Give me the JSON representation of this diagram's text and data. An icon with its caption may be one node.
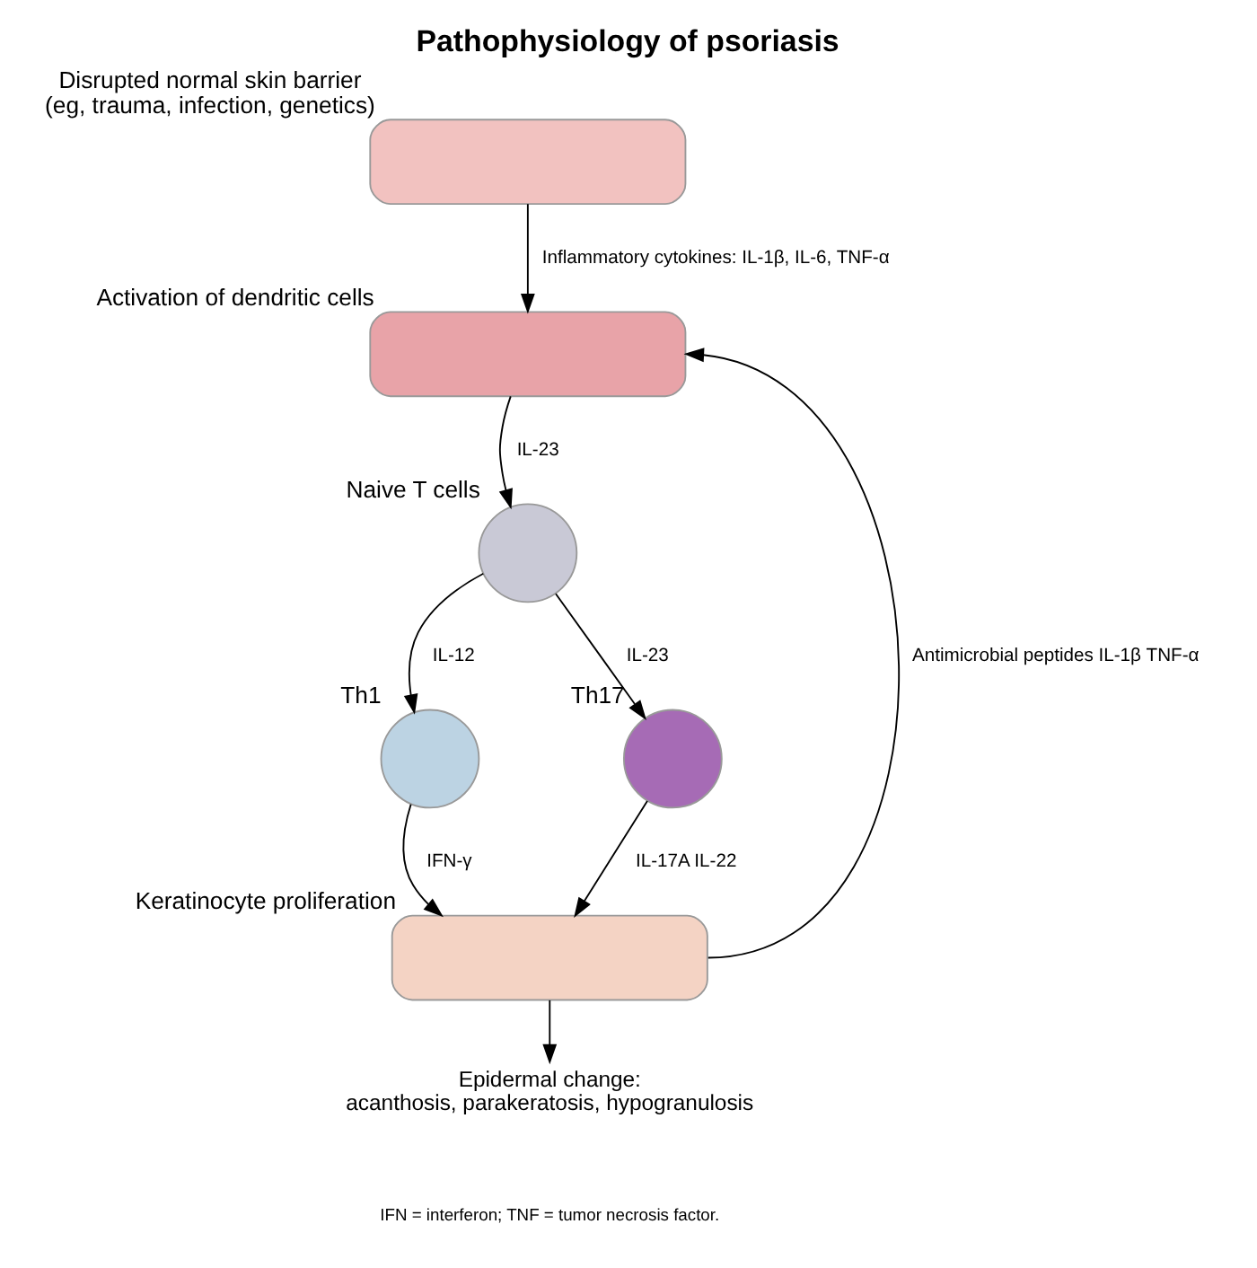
{
  "diagram": {
    "title": "Pathophysiology of psoriasis",
    "caption": "IFN = interferon; TNF = tumor necrosis factor.",
    "nodes": [
      {
        "text": [],
        "shape": "box",
        "beside": [
          "Disrupted normal skin barrier",
          "(eg, trauma, infection, genetics)"
        ]
      },
      {
        "text": [],
        "shape": "box",
        "beside": [
          "Activation of dendritic cells"
        ]
      },
      {
        "text": [],
        "shape": "circle",
        "beside": [
          "Naive T cells"
        ]
      },
      {
        "text": [],
        "shape": "circle",
        "beside": [
          "Th1"
        ]
      },
      {
        "text": [],
        "shape": "circle",
        "beside": [
          "Th17"
        ]
      },
      {
        "text": [],
        "shape": "box",
        "beside": [
          "Keratinocyte proliferation"
        ]
      },
      {
        "text": [
          "Epidermal change:",
          "acanthosis, parakeratosis, hypogranulosis"
        ]
      }
    ],
    "edges": [
      {
        "from": 0,
        "to": 1,
        "arrow": "to",
        "label": "Inflammatory cytokines: IL-1β, IL-6, TNF-α"
      },
      {
        "from": 1,
        "to": 2,
        "arrow": "to",
        "label": "IL-23"
      },
      {
        "from": 2,
        "to": 3,
        "arrow": "to",
        "label": "IL-12"
      },
      {
        "from": 2,
        "to": 4,
        "arrow": "to",
        "label": "IL-23"
      },
      {
        "from": 3,
        "to": 5,
        "arrow": "to",
        "label": "IFN-γ"
      },
      {
        "from": 4,
        "to": 5,
        "arrow": "to",
        "label": "IL-17A IL-22"
      },
      {
        "from": 5,
        "to": 1,
        "arrow": "to",
        "label": "Antimicrobial peptides IL-1β TNF-α"
      },
      {
        "from": 5,
        "to": 6,
        "arrow": "to"
      }
    ]
  }
}
